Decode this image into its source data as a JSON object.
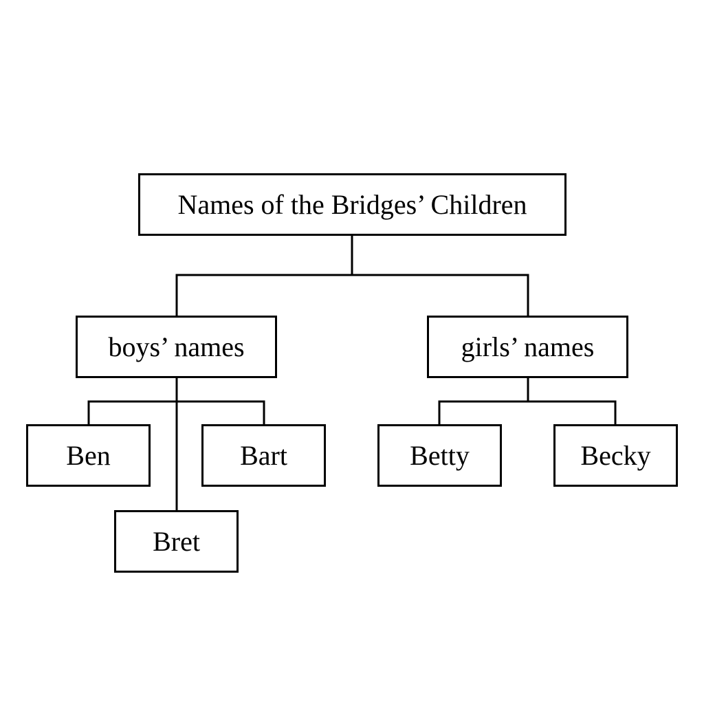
{
  "title": "Names of the Bridges’ Children",
  "branches": {
    "boys": {
      "label": "boys’ names",
      "children": [
        "Ben",
        "Bart",
        "Bret"
      ]
    },
    "girls": {
      "label": "girls’ names",
      "children": [
        "Betty",
        "Becky"
      ]
    }
  },
  "colors": {
    "line": "#000000",
    "background": "#ffffff"
  }
}
